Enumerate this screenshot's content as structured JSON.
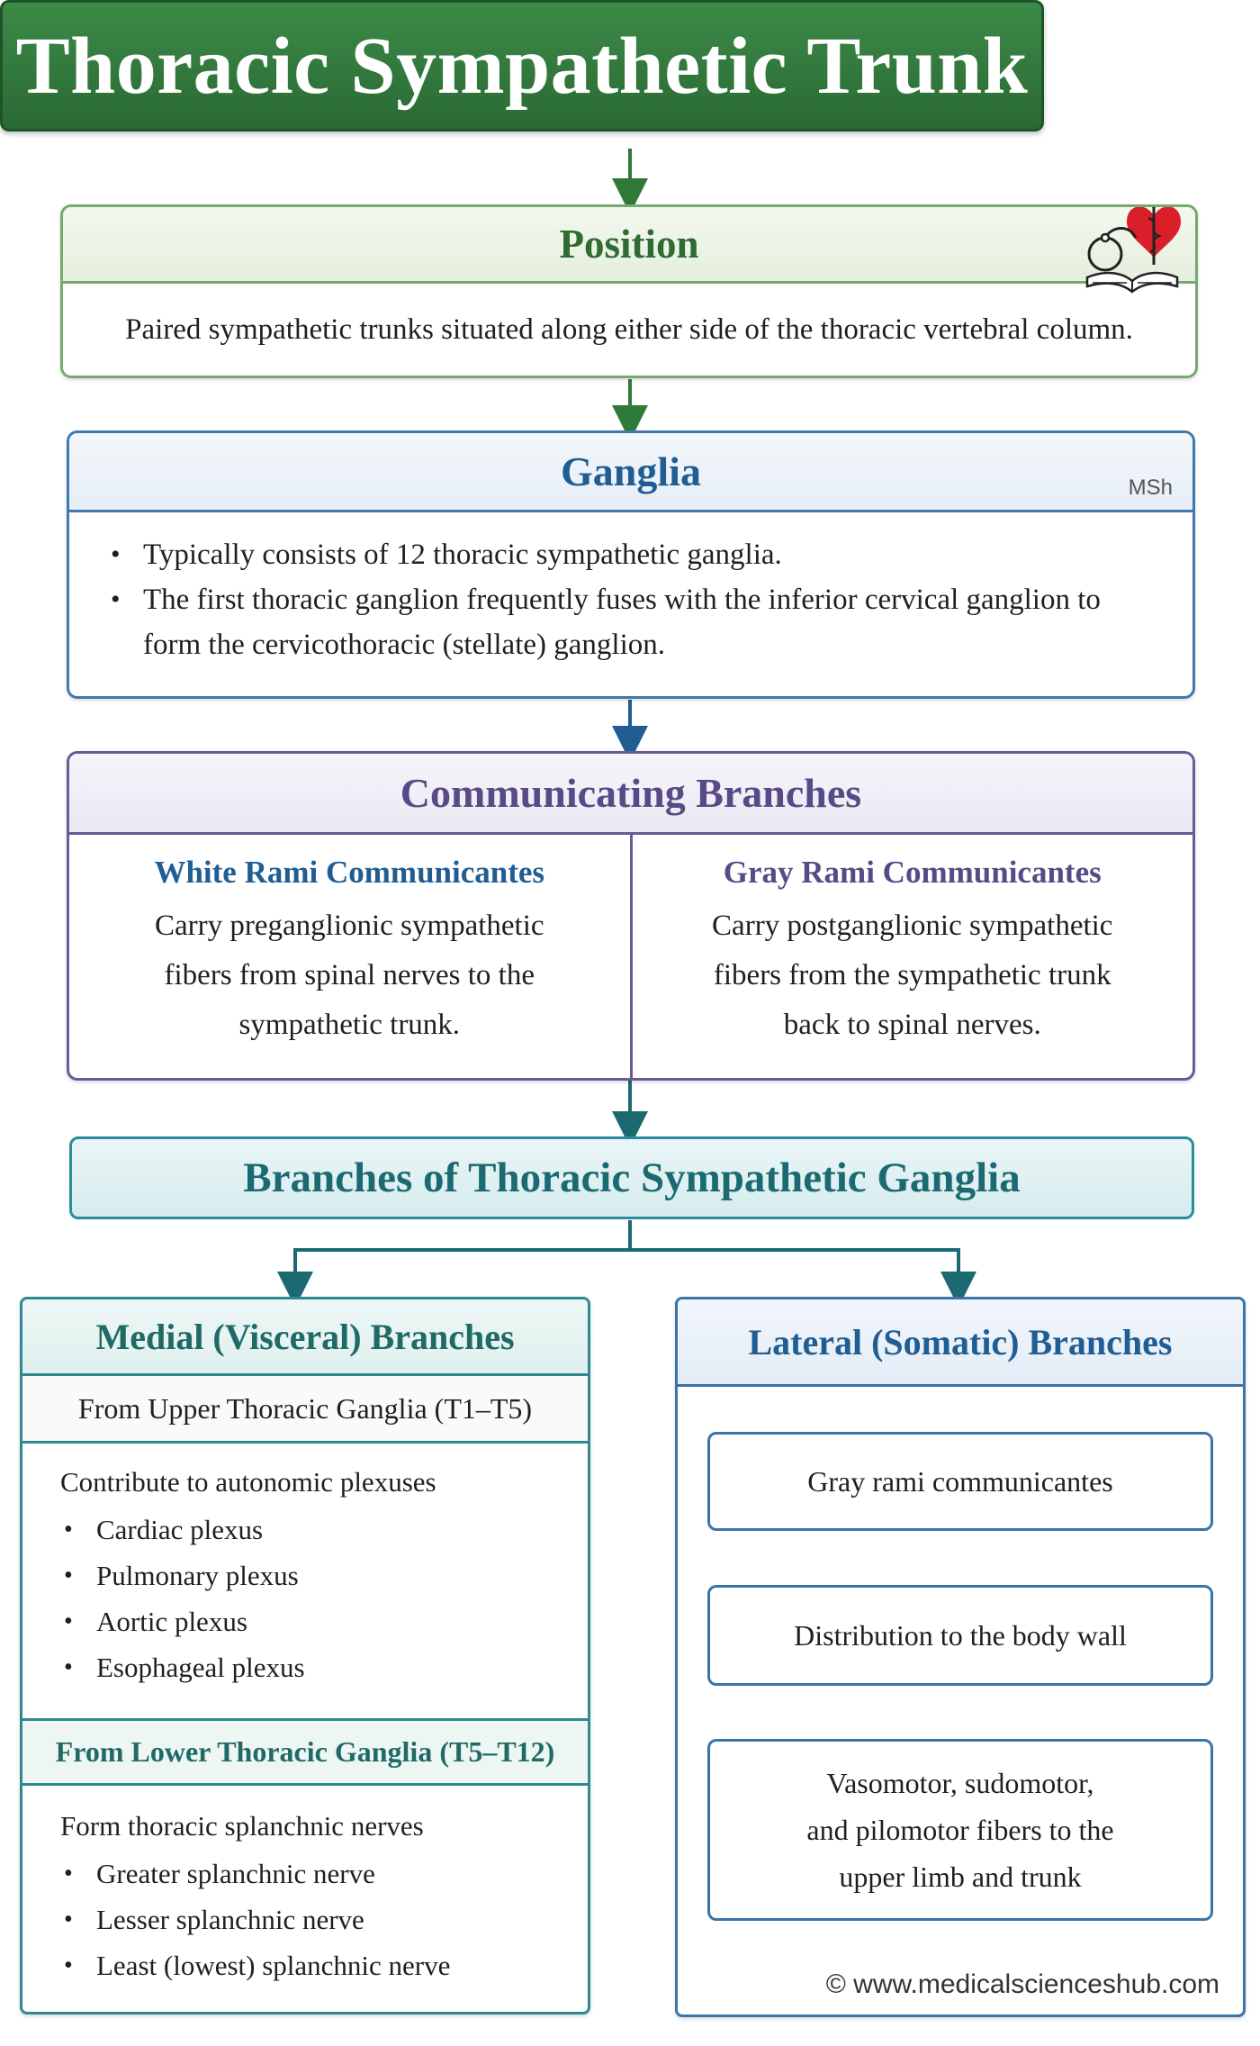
{
  "title": "Thoracic Sympathetic Trunk",
  "position": {
    "heading": "Position",
    "text": "Paired sympathetic trunks situated along either side of the thoracic vertebral column."
  },
  "ganglia": {
    "heading": "Ganglia",
    "watermark": "MSh",
    "items": [
      "Typically consists of 12 thoracic sympathetic ganglia.",
      "The first thoracic ganglion frequently fuses with the inferior cervical ganglion to form the cervicothoracic (stellate) ganglion."
    ]
  },
  "communicating": {
    "heading": "Communicating Branches",
    "white": {
      "title": "White Rami Communicantes",
      "lines": [
        "Carry preganglionic sympathetic",
        "fibers from spinal nerves to the",
        "sympathetic trunk."
      ]
    },
    "gray": {
      "title": "Gray Rami Communicantes",
      "lines": [
        "Carry postganglionic sympathetic",
        "fibers from the sympathetic trunk",
        "back to spinal nerves."
      ]
    }
  },
  "branches_heading": "Branches of Thoracic Sympathetic Ganglia",
  "medial": {
    "heading": "Medial (Visceral) Branches",
    "upper": {
      "title": "From Upper Thoracic Ganglia (T1–T5)",
      "intro": "Contribute to autonomic plexuses",
      "items": [
        "Cardiac plexus",
        "Pulmonary plexus",
        "Aortic plexus",
        "Esophageal plexus"
      ]
    },
    "lower": {
      "title": "From Lower Thoracic Ganglia (T5–T12)",
      "intro": "Form thoracic splanchnic nerves",
      "items": [
        "Greater splanchnic nerve",
        "Lesser splanchnic nerve",
        "Least (lowest) splanchnic nerve"
      ]
    }
  },
  "lateral": {
    "heading": "Lateral (Somatic) Branches",
    "box1": "Gray rami communicantes",
    "box2": "Distribution to the body wall",
    "box3_lines": [
      "Vasomotor, sudomotor,",
      "and pilomotor fibers to the",
      "upper limb and trunk"
    ]
  },
  "footer": "© www.medicalscienceshub.com",
  "icons": [
    "heart-caduceus-icon",
    "stethoscope-icon",
    "open-book-icon"
  ],
  "colors": {
    "title_bg": "#2f7a3a",
    "position_accent": "#77a86f",
    "ganglia_accent": "#3f79ad",
    "communicating_accent": "#6a5a98",
    "branches_accent": "#2a8d9c",
    "white_rami_title": "#1f5d93",
    "gray_rami_title": "#574a86",
    "heart": "#d9202a"
  }
}
